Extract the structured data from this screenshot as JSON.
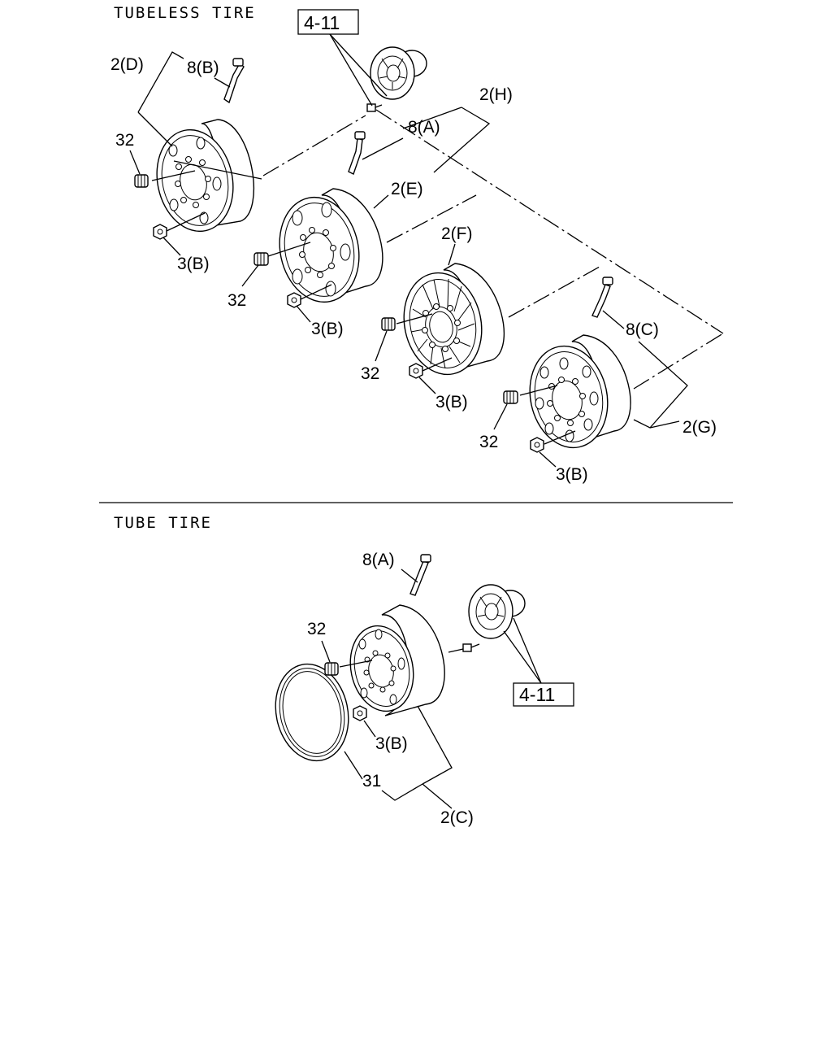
{
  "sections": {
    "tubeless": "TUBELESS TIRE",
    "tube": "TUBE TIRE"
  },
  "labels": {
    "wheel_2d": "2(D)",
    "valve_8b": "8(B)",
    "ref_top": "4-11",
    "wheel_2h": "2(H)",
    "valve_8a_top": "8(A)",
    "nut32_d": "32",
    "wheel_2e": "2(E)",
    "nut3b_d": "3(B)",
    "wheel_2f": "2(F)",
    "nut32_e": "32",
    "nut3b_e": "3(B)",
    "valve_8c": "8(C)",
    "nut32_f": "32",
    "nut3b_f": "3(B)",
    "wheel_2g": "2(G)",
    "nut32_g": "32",
    "nut3b_g": "3(B)",
    "valve_8a_tube": "8(A)",
    "nut32_tube": "32",
    "ref_bottom": "4-11",
    "nut3b_tube": "3(B)",
    "ring_31": "31",
    "wheel_2c": "2(C)"
  }
}
